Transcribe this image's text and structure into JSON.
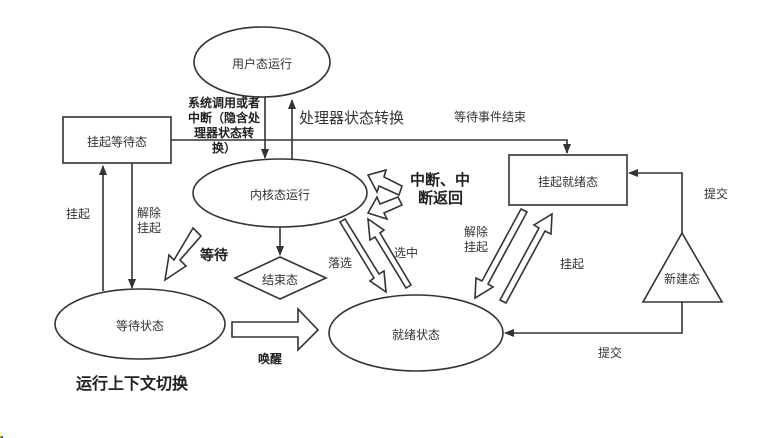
{
  "diagram": {
    "title": "运行上下文切换",
    "nodes": {
      "user_mode": {
        "label": "用户态运行",
        "shape": "ellipse"
      },
      "kernel_mode": {
        "label": "内核态运行",
        "shape": "ellipse"
      },
      "suspended_wait": {
        "label": "挂起等待态",
        "shape": "rectangle"
      },
      "suspended_ready": {
        "label": "挂起就绪态",
        "shape": "rectangle"
      },
      "waiting": {
        "label": "等待状态",
        "shape": "ellipse"
      },
      "ready": {
        "label": "就绪状态",
        "shape": "ellipse"
      },
      "terminated": {
        "label": "结束态",
        "shape": "diamond"
      },
      "new": {
        "label": "新建态",
        "shape": "triangle"
      }
    },
    "edges": {
      "syscall": {
        "label_lines": [
          "系统调用或者",
          "中断（隐含处",
          "理器状态转",
          "换）"
        ],
        "from": "user_mode",
        "to": "kernel_mode"
      },
      "processor_switch": {
        "label": "处理器状态转换",
        "from": "kernel_mode",
        "to": "user_mode"
      },
      "wait_event_end": {
        "label": "等待事件结束",
        "from": "suspended_wait",
        "to": "suspended_ready"
      },
      "suspend_left": {
        "label": "挂起",
        "from": "waiting",
        "to": "suspended_wait"
      },
      "resume_left": {
        "label_lines": [
          "解除",
          "挂起"
        ],
        "from": "suspended_wait",
        "to": "waiting"
      },
      "wait": {
        "label": "等待",
        "from": "kernel_mode",
        "to": "waiting"
      },
      "interrupt": {
        "label_lines": [
          "中断、中",
          "断返回"
        ],
        "from": "kernel_mode",
        "to": "kernel_mode"
      },
      "drop": {
        "label": "落选",
        "from": "kernel_mode",
        "to": "ready"
      },
      "select": {
        "label": "选中",
        "from": "ready",
        "to": "kernel_mode"
      },
      "resume_right": {
        "label_lines": [
          "解除",
          "挂起"
        ],
        "from": "suspended_ready",
        "to": "ready"
      },
      "suspend_right": {
        "label": "挂起",
        "from": "ready",
        "to": "suspended_ready"
      },
      "submit_top": {
        "label": "提交",
        "from": "new",
        "to": "suspended_ready"
      },
      "submit_bottom": {
        "label": "提交",
        "from": "new",
        "to": "ready"
      },
      "wakeup": {
        "label": "唤醒",
        "from": "waiting",
        "to": "ready"
      },
      "exit": {
        "label": "",
        "from": "kernel_mode",
        "to": "terminated"
      }
    }
  }
}
